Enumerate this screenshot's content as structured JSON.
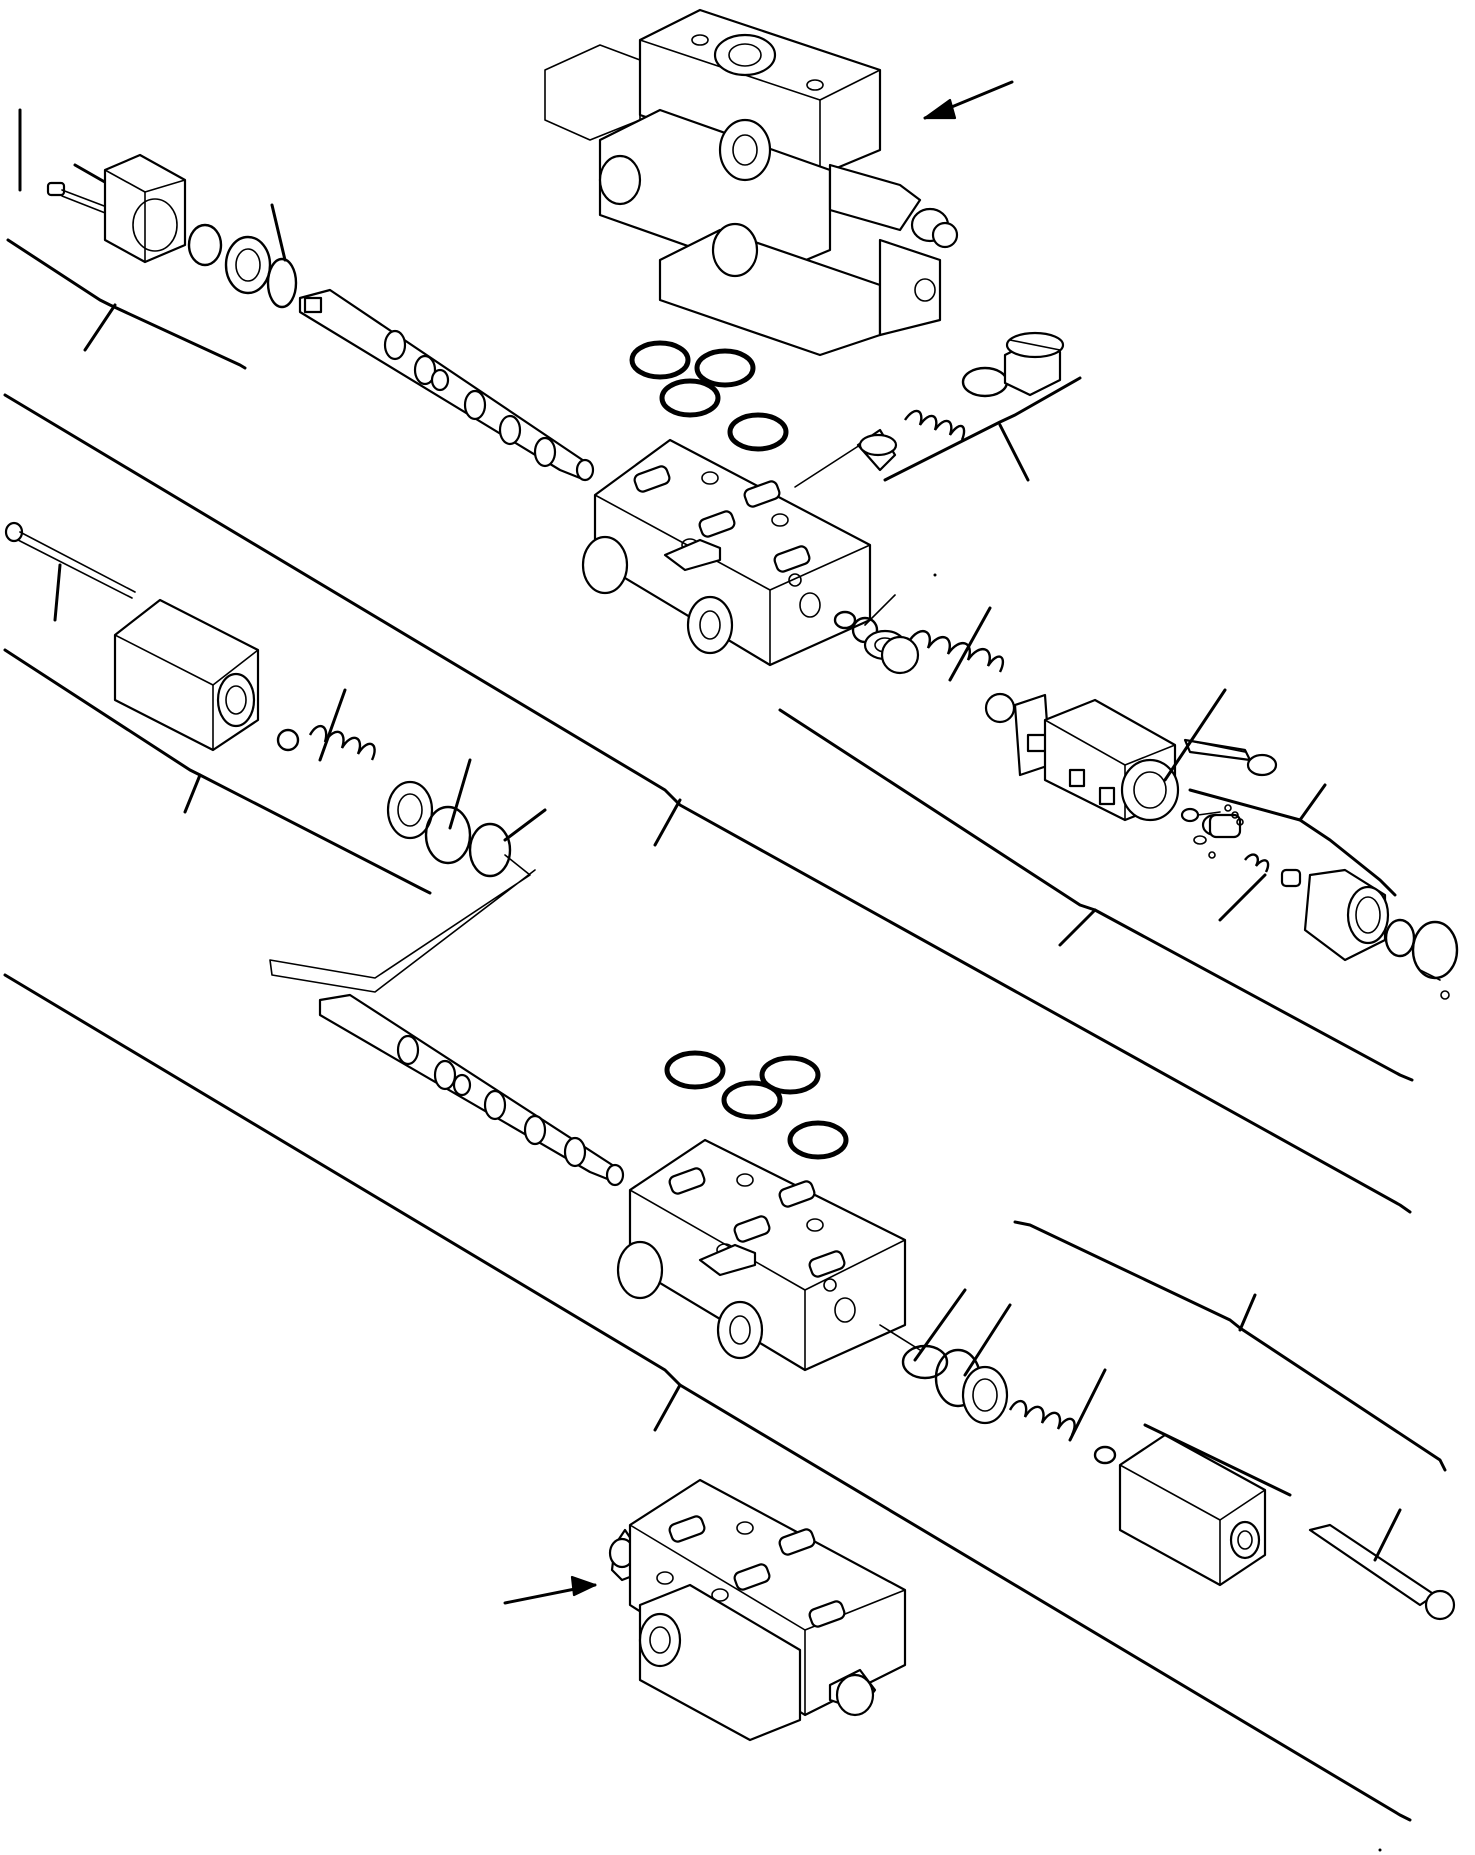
{
  "drawing": {
    "kind": "exploded parts diagram",
    "labels": []
  },
  "parts": [
    {
      "id": "valve-assembly-top"
    },
    {
      "id": "valve-section-upper"
    },
    {
      "id": "valve-section-lower"
    },
    {
      "id": "valve-assembly-bottom"
    },
    {
      "id": "spool-upper"
    },
    {
      "id": "spool-lower"
    },
    {
      "id": "o-ring-set-upper"
    },
    {
      "id": "o-ring-set-lower"
    },
    {
      "id": "spring-cap-upper"
    },
    {
      "id": "spring-cap-lower"
    },
    {
      "id": "end-cover-left"
    },
    {
      "id": "detent-housing"
    },
    {
      "id": "relief-plug"
    }
  ]
}
